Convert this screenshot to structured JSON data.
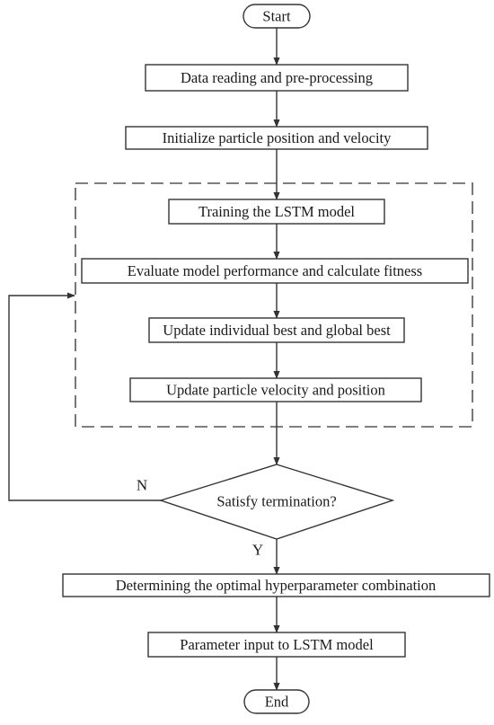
{
  "nodes": {
    "start": "Start",
    "data_reading": "Data reading and pre-processing",
    "initialize": "Initialize particle position and velocity",
    "training": "Training the LSTM model",
    "evaluate": "Evaluate model performance and calculate fitness",
    "update_best": "Update individual best and global best",
    "update_particle": "Update particle velocity and position",
    "decision": "Satisfy termination?",
    "determine": "Determining the optimal hyperparameter combination",
    "param_input": "Parameter input to LSTM model",
    "end": "End"
  },
  "edge_labels": {
    "no": "N",
    "yes": "Y"
  }
}
